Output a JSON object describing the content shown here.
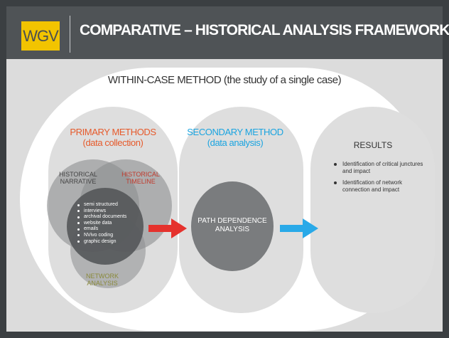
{
  "header": {
    "logo": "WGV",
    "title": "COMPARATIVE – HISTORICAL ANALYSIS FRAMEWORK"
  },
  "diagram": {
    "heading": "WITHIN-CASE METHOD (the study of a single case)",
    "primary": {
      "title_line1": "PRIMARY METHODS",
      "title_line2": "(data collection)",
      "circle_historical_narrative": [
        "HISTORICAL",
        "NARRATIVE"
      ],
      "circle_historical_timeline": [
        "HISTORICAL",
        "TIMELINE"
      ],
      "circle_network_analysis": [
        "NETWORK",
        "ANALYSIS"
      ],
      "methods": [
        "semi structured",
        "interviews",
        "archival documents",
        "website data",
        "emails",
        "NVivo coding",
        "graphic design"
      ]
    },
    "secondary": {
      "title_line1": "SECONDARY METHOD",
      "title_line2": "(data analysis)",
      "circle_label": [
        "PATH DEPENDENCE",
        "ANALYSIS"
      ]
    },
    "results": {
      "title": "RESULTS",
      "items": [
        "Identification of critical junctures and impact",
        "Identification of network connection and impact"
      ]
    },
    "colors": {
      "primary_title": "#e65a2b",
      "secondary_title": "#1aa4e0",
      "arrow_red": "#e5322d",
      "arrow_blue": "#29a9e8",
      "logo": "#f2c400",
      "header": "#4f5356"
    }
  }
}
